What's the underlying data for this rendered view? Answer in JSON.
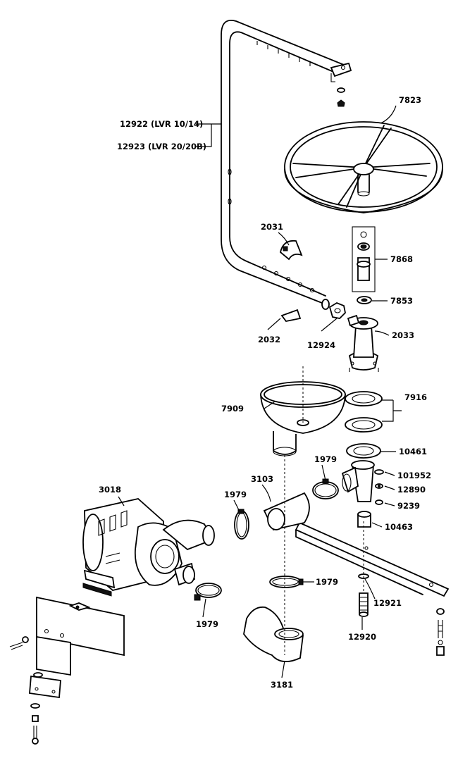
{
  "labels": {
    "p7823": "7823",
    "p12922": "12922 (LVR 10/14)",
    "p12923": "12923 (LVR 20/20B)",
    "p2031": "2031",
    "p7868": "7868",
    "p7853": "7853",
    "p2033": "2033",
    "p12924": "12924",
    "p2032": "2032",
    "p7916": "7916",
    "p7909": "7909",
    "p10461": "10461",
    "p1979_a": "1979",
    "p101952": "101952",
    "p3018": "3018",
    "p3103": "3103",
    "p12890": "12890",
    "p1979_b": "1979",
    "p9239": "9239",
    "p10463": "10463",
    "p1979_c": "1979",
    "p12921": "12921",
    "p1979_d": "1979",
    "p12920": "12920",
    "p3181": "3181"
  }
}
